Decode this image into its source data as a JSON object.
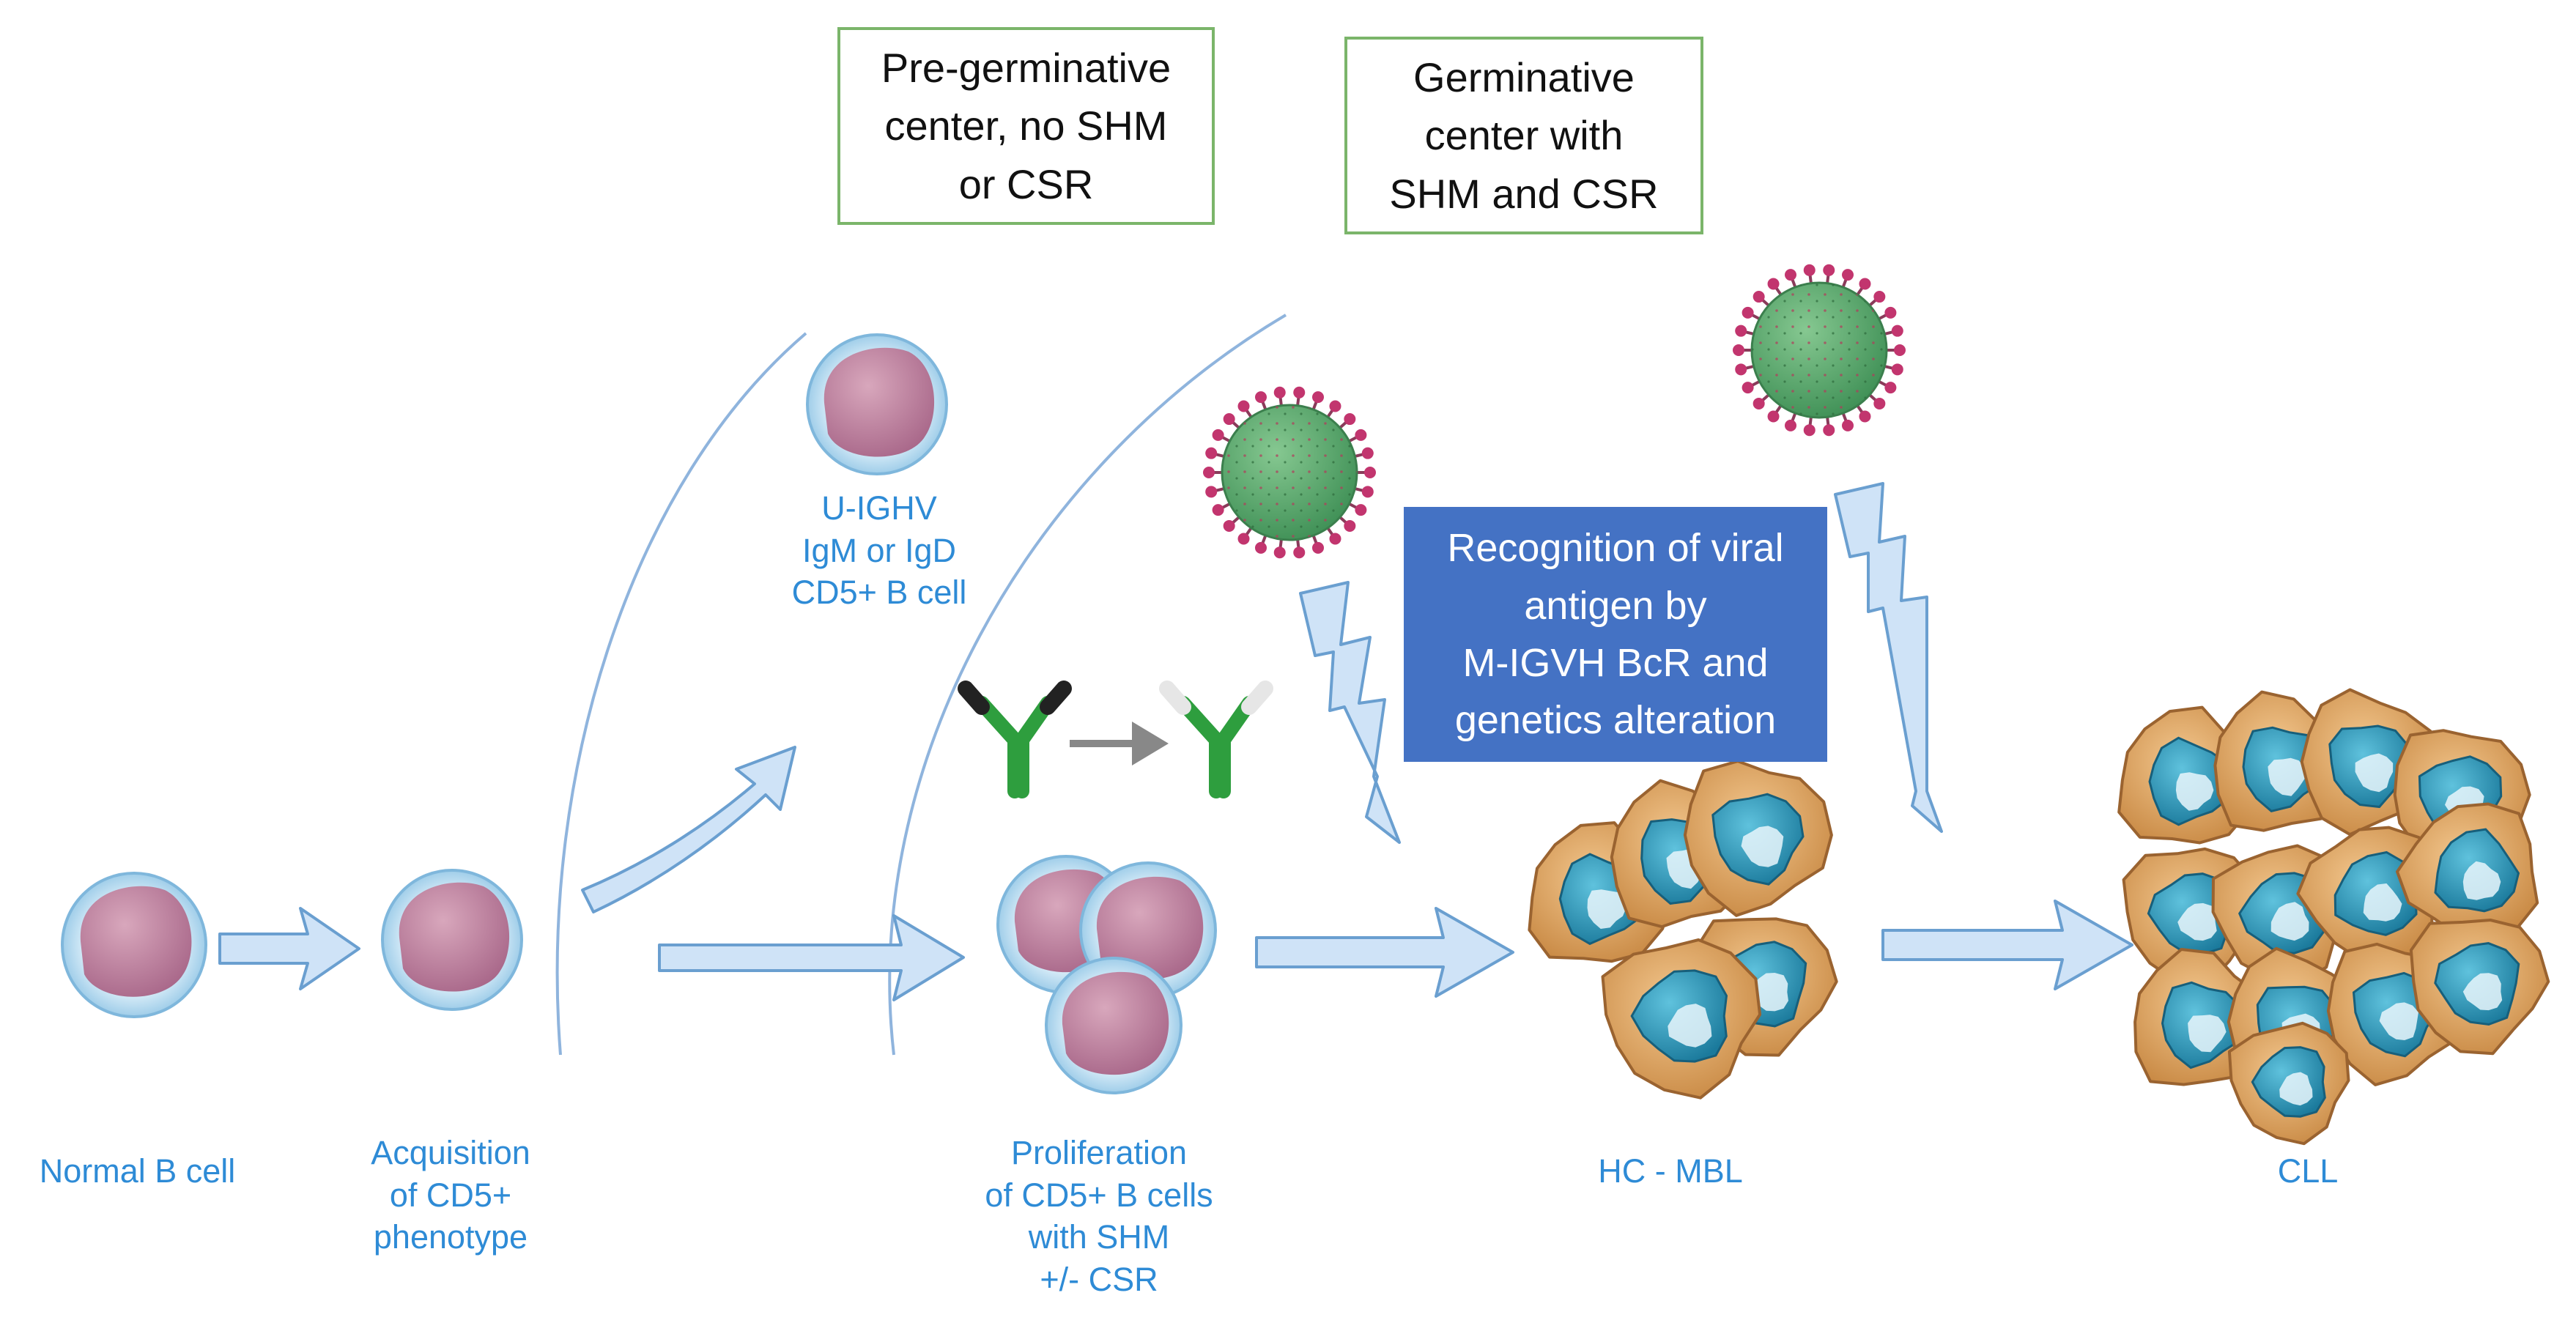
{
  "boxes": {
    "pre_germinative": "Pre-germinative\ncenter, no SHM\nor CSR",
    "germinative": "Germinative\ncenter with\nSHM and CSR",
    "recognition": "Recognition of viral\nantigen by\nM-IGVH BcR and\ngenetics alteration"
  },
  "labels": {
    "normal_b_cell": "Normal B cell",
    "acquisition": "Acquisition\nof CD5+\nphenotype",
    "u_ighv": "U-IGHV\nIgM or IgD\nCD5+ B cell",
    "proliferation": "Proliferation\nof CD5+ B cells\nwith SHM\n+/- CSR",
    "hc_mbl": "HC - MBL",
    "cll": "CLL"
  },
  "colors": {
    "label_blue": "#2e8bd6",
    "box_green": "#7bb56a",
    "box_blue": "#4472c4",
    "arrow_fill": "#cfe3f7",
    "arrow_stroke": "#6a9fd0",
    "b_cell_nucleus": "#c48aa3",
    "b_cell_halo": "#bcdff3",
    "cancer_cell_body": "#e6ab6a",
    "cancer_cell_nucleus": "#2d9dbf",
    "virus_body": "#62b176",
    "virus_spike": "#c2356e",
    "antibody_green": "#2e9e3e"
  }
}
